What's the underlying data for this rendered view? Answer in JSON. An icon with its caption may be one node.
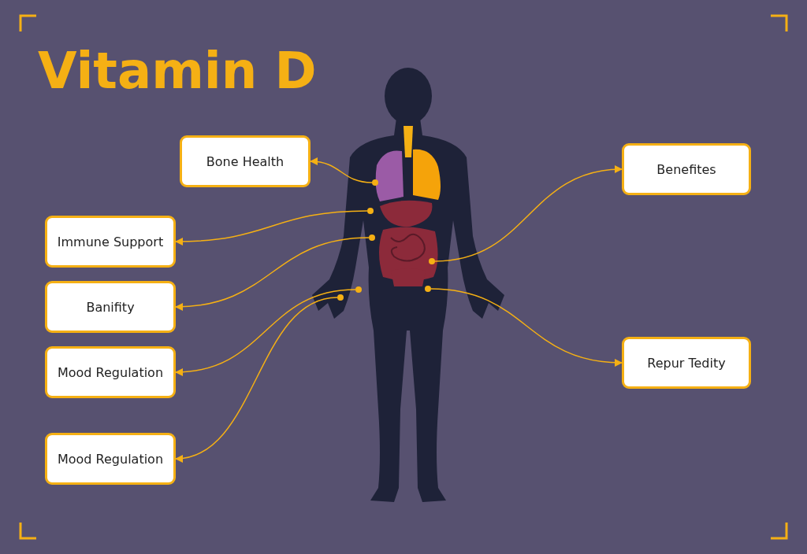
{
  "diagram": {
    "title": "Vitamin D",
    "nodes": [
      {
        "text": [
          "Bone Health"
        ]
      },
      {
        "text": [
          "Benefites"
        ]
      },
      {
        "text": [
          "Immune Support"
        ]
      },
      {
        "text": [
          "Banifity"
        ]
      },
      {
        "text": [
          "Repur Tedity"
        ]
      },
      {
        "text": [
          "Mood Regulation"
        ]
      },
      {
        "text": [
          "Mood Regulation"
        ]
      },
      {
        "text": [],
        "shape": "circle"
      },
      {
        "text": [],
        "shape": "circle"
      },
      {
        "text": [],
        "shape": "circle"
      },
      {
        "text": [],
        "shape": "circle"
      },
      {
        "text": [],
        "shape": "circle"
      },
      {
        "text": [],
        "shape": "circle"
      },
      {
        "text": [],
        "shape": "circle"
      }
    ],
    "edges": [
      {
        "from": 7,
        "to": 0,
        "arrow": "to"
      },
      {
        "from": 8,
        "to": 2,
        "arrow": "to"
      },
      {
        "from": 9,
        "to": 3,
        "arrow": "to"
      },
      {
        "from": 10,
        "to": 1,
        "arrow": "to"
      },
      {
        "from": 11,
        "to": 4,
        "arrow": "to"
      },
      {
        "from": 12,
        "to": 5,
        "arrow": "to"
      },
      {
        "from": 13,
        "to": 6,
        "arrow": "to"
      }
    ]
  }
}
